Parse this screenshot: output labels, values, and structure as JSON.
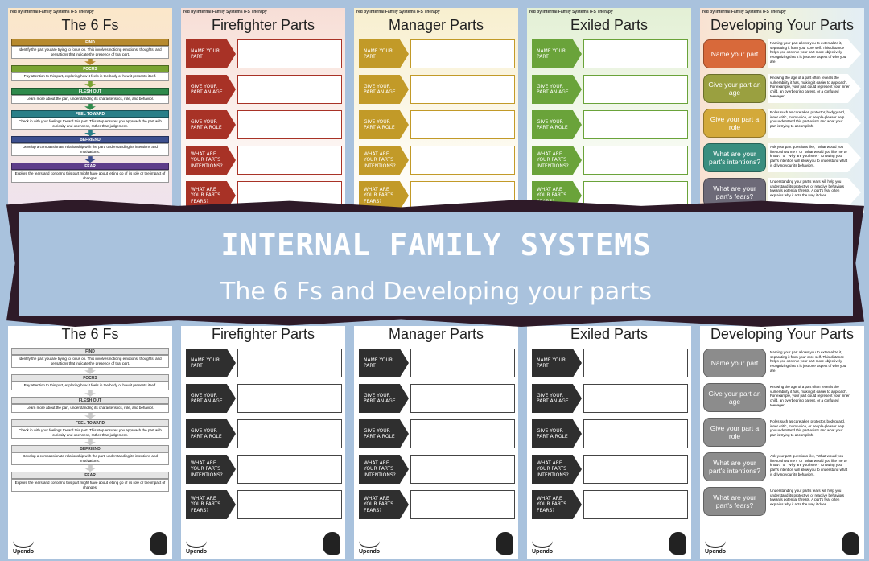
{
  "header_caption": "red by Internal Family Systems IFS Therapy",
  "banner": {
    "title": "INTERNAL FAMILY SYSTEMS",
    "subtitle": "The 6 Fs and Developing your parts"
  },
  "brand": "Upendo",
  "six_fs": {
    "title": "The 6 Fs",
    "steps": [
      {
        "name": "FIND",
        "desc": "Identify the part you are trying to focus on. This involves noticing emotions, thoughts, and sensations that indicate the presence of that part.",
        "color": "#b78a2e"
      },
      {
        "name": "FOCUS",
        "desc": "Pay attention to this part, exploring how it feels in the body or how it presents itself.",
        "color": "#7aa332"
      },
      {
        "name": "FLESH OUT",
        "desc": "Learn more about the part, understanding its characteristics, role, and behavior.",
        "color": "#2f8a4c"
      },
      {
        "name": "FEEL TOWARD",
        "desc": "Check in with your feelings toward this part. This step ensures you approach the part with curiosity and openness, rather than judgement.",
        "color": "#2a7f88"
      },
      {
        "name": "BEFRIEND",
        "desc": "Develop a compassionate relationship with the part, understanding its intentions and motivations.",
        "color": "#3d4f8e"
      },
      {
        "name": "FEAR",
        "desc": "Explore the fears and concerns this part might have about letting go of its role or the impact of changes.",
        "color": "#5e3c8a"
      }
    ]
  },
  "worksheets": [
    {
      "title": "Firefighter Parts",
      "color": "#a83226",
      "bg": "#f7ded6"
    },
    {
      "title": "Manager Parts",
      "color": "#c29a28",
      "bg": "#f8efcf"
    },
    {
      "title": "Exiled Parts",
      "color": "#6aa33a",
      "bg": "#e3f0d5"
    }
  ],
  "worksheet_prompts": [
    "Name your part",
    "Give your part an age",
    "Give your part a role",
    "What are your parts intentions?",
    "What are your parts fears?"
  ],
  "developing": {
    "title": "Developing Your Parts",
    "items": [
      {
        "label": "Name your part",
        "text": "Naming your part allows you to externalize it, separating it from your core self. This distance helps you observe your part more objectively, recognizing that it is just one aspect of who you are.",
        "color": "#d8693a"
      },
      {
        "label": "Give your part an age",
        "text": "Knowing the age of a part often reveals the vulnerability it has, making it easier to approach. For example, your part could represent your inner child, an overbearing parent, or a confused teenager.",
        "color": "#9aa040"
      },
      {
        "label": "Give your part a role",
        "text": "Roles such as caretaker, protector, bodyguard, inner critic, mom-voice, or people-pleaser help you understand this part exists and what your part is trying to accomplish.",
        "color": "#d3a93a"
      },
      {
        "label": "What are your part's intentions?",
        "text": "Ask your part questions like, “What would you like to show me?” or “What would you like me to know?” or “Why are you here?” Knowing your part's intention will allow you to understand what is driving your its behaviors.",
        "color": "#3a8e7f"
      },
      {
        "label": "What are your part's fears?",
        "text": "Understanding your part's fears will help you understand its protective or reactive behaviors towards potential threats. A part's fear often explains why it acts the way it does.",
        "color": "#6d6a78"
      }
    ]
  }
}
